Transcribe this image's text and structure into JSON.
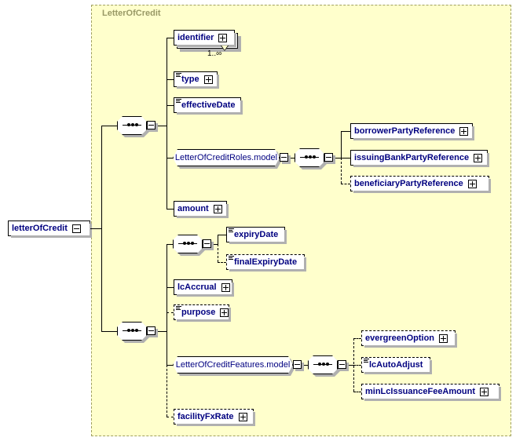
{
  "diagram": {
    "kind": "xsd-schema-tree",
    "root": {
      "label": "letterOfCredit",
      "expander": "minus-icon"
    },
    "container": {
      "title": "LetterOfCredit",
      "fill_color": "#ffffcc",
      "border_color": "#a0a060",
      "title_color": "#999966"
    },
    "label_color": "#000080",
    "nodes": {
      "identifier": {
        "label": "identifier",
        "occurs": "1..∞",
        "expander": "plus-icon",
        "optional": false,
        "repeating": true,
        "simple_type_marker": false
      },
      "type": {
        "label": "type",
        "expander": "plus-icon",
        "optional": false,
        "simple_type_marker": true
      },
      "effectiveDate": {
        "label": "effectiveDate",
        "expander": "none",
        "optional": false,
        "simple_type_marker": true
      },
      "rolesModel": {
        "label": "LetterOfCreditRoles.model",
        "expander": "minus-icon"
      },
      "borrowerPartyReference": {
        "label": "borrowerPartyReference",
        "expander": "plus-icon",
        "optional": false,
        "simple_type_marker": false
      },
      "issuingBankPartyReference": {
        "label": "issuingBankPartyReference",
        "expander": "plus-icon",
        "optional": false,
        "simple_type_marker": false
      },
      "beneficiaryPartyReference": {
        "label": "beneficiaryPartyReference",
        "expander": "plus-icon",
        "optional": true,
        "simple_type_marker": false
      },
      "amount": {
        "label": "amount",
        "expander": "plus-icon",
        "optional": false,
        "simple_type_marker": false
      },
      "expiryDate": {
        "label": "expiryDate",
        "expander": "none",
        "optional": false,
        "simple_type_marker": true
      },
      "finalExpiryDate": {
        "label": "finalExpiryDate",
        "expander": "none",
        "optional": true,
        "simple_type_marker": true
      },
      "lcAccrual": {
        "label": "lcAccrual",
        "expander": "plus-icon",
        "optional": false,
        "simple_type_marker": false
      },
      "purpose": {
        "label": "purpose",
        "expander": "plus-icon",
        "optional": true,
        "simple_type_marker": true
      },
      "featuresModel": {
        "label": "LetterOfCreditFeatures.model",
        "expander": "minus-icon"
      },
      "evergreenOption": {
        "label": "evergreenOption",
        "expander": "plus-icon",
        "optional": true,
        "simple_type_marker": false
      },
      "lcAutoAdjust": {
        "label": "lcAutoAdjust",
        "expander": "none",
        "optional": true,
        "simple_type_marker": true
      },
      "minLcIssuanceFeeAmount": {
        "label": "minLcIssuanceFeeAmount",
        "expander": "plus-icon",
        "optional": true,
        "simple_type_marker": false
      },
      "facilityFxRate": {
        "label": "facilityFxRate",
        "expander": "plus-icon",
        "optional": true,
        "simple_type_marker": false
      }
    },
    "compositors": {
      "seq_top": {
        "type": "sequence-icon",
        "expander": "minus-icon"
      },
      "seq_roles": {
        "type": "sequence-icon",
        "expander": "minus-icon"
      },
      "seq_expiry": {
        "type": "sequence-icon",
        "expander": "minus-icon"
      },
      "seq_bottom": {
        "type": "sequence-icon",
        "expander": "minus-icon"
      },
      "seq_features": {
        "type": "sequence-icon",
        "expander": "minus-icon"
      }
    }
  }
}
